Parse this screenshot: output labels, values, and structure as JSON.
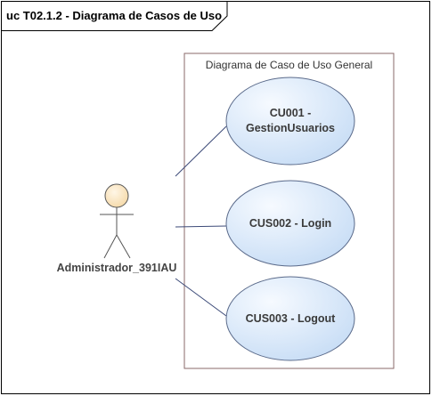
{
  "diagram": {
    "frame_title": "uc T02.1.2 - Diagrama de Casos de Uso",
    "system_boundary": "Diagrama de Caso de Uso General",
    "actor": {
      "name": "Administrador_391IAU",
      "icon": "stick-figure-actor-icon"
    },
    "use_cases": [
      {
        "lines": [
          "CU001 -",
          "GestionUsuarios"
        ]
      },
      {
        "lines": [
          "CUS002 - Login"
        ]
      },
      {
        "lines": [
          "CUS003 - Logout"
        ]
      }
    ]
  },
  "colors": {
    "frame_border": "#000000",
    "boundary_border": "#8a6a6a",
    "use_case_fill_light": "#f4f9ff",
    "use_case_fill_dark": "#c8def6",
    "use_case_border": "#5a6a8a",
    "association": "#3c4a78",
    "actor_head_fill": "#fbe8c4",
    "actor_stroke": "#555555"
  }
}
